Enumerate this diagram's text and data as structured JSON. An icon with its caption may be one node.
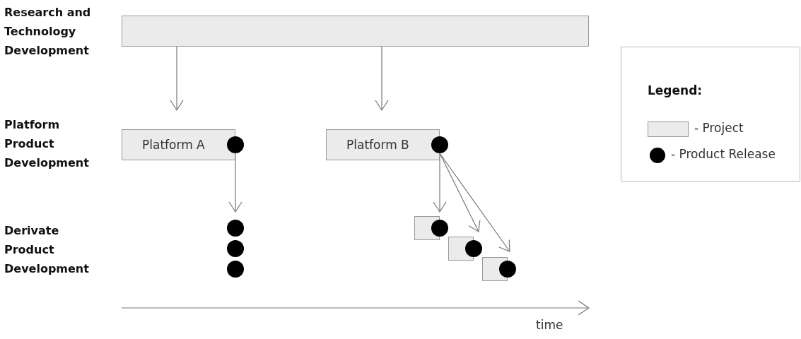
{
  "diagram": {
    "nodes": [
      {
        "text": [],
        "shape": "bar"
      },
      {
        "text": [
          "Platform A"
        ]
      },
      {
        "text": [],
        "shape": "circle"
      },
      {
        "text": [
          "Platform B"
        ]
      },
      {
        "text": [],
        "shape": "circle"
      },
      {
        "text": [],
        "shape": "circle"
      },
      {
        "text": [],
        "shape": "circle"
      },
      {
        "text": [],
        "shape": "circle"
      },
      {
        "text": [],
        "shape": "box"
      },
      {
        "text": [],
        "shape": "box"
      },
      {
        "text": [],
        "shape": "box"
      },
      {
        "text": [],
        "shape": "circle"
      },
      {
        "text": [],
        "shape": "circle"
      },
      {
        "text": [],
        "shape": "circle"
      }
    ],
    "edges": [
      {
        "from": 0,
        "to": 1,
        "arrow": "to"
      },
      {
        "from": 0,
        "to": 3,
        "arrow": "to"
      },
      {
        "from": 2,
        "to": 5,
        "arrow": "to"
      },
      {
        "from": 4,
        "to": 8,
        "arrow": "to"
      },
      {
        "from": 4,
        "to": 9,
        "arrow": "to"
      },
      {
        "from": 4,
        "to": 10,
        "arrow": "to"
      }
    ],
    "labels": [
      "Research and Technology Development",
      "Platform Product Development",
      "Derivate Product Development",
      "time",
      "Legend:"
    ],
    "legend": [
      {
        "text": "- Project"
      },
      {
        "text": "- Product Release"
      }
    ]
  }
}
